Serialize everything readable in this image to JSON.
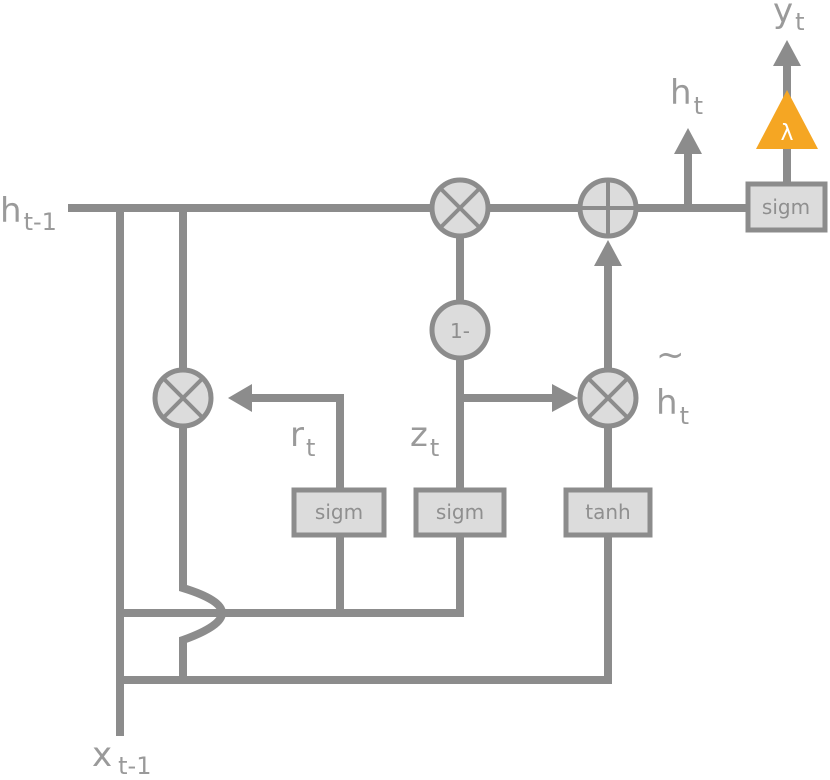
{
  "labels": {
    "h_prev": {
      "main": "h",
      "sub": "t-1"
    },
    "x_prev": {
      "main": "x",
      "sub": "t-1"
    },
    "r": {
      "main": "r",
      "sub": "t"
    },
    "z": {
      "main": "z",
      "sub": "t"
    },
    "h_tilde": {
      "main": "h",
      "sub": "t",
      "accent": "~"
    },
    "h_out": {
      "main": "h",
      "sub": "t"
    },
    "y_out": {
      "main": "y",
      "sub": "t"
    }
  },
  "boxes": {
    "reset_gate": "sigm",
    "update_gate": "sigm",
    "candidate": "tanh",
    "output": "sigm"
  },
  "nodes": {
    "one_minus": "1-",
    "lambda": "λ"
  },
  "colors": {
    "line": "#8c8c8c",
    "fill": "#dcdcdc",
    "accent": "#f5a623"
  }
}
